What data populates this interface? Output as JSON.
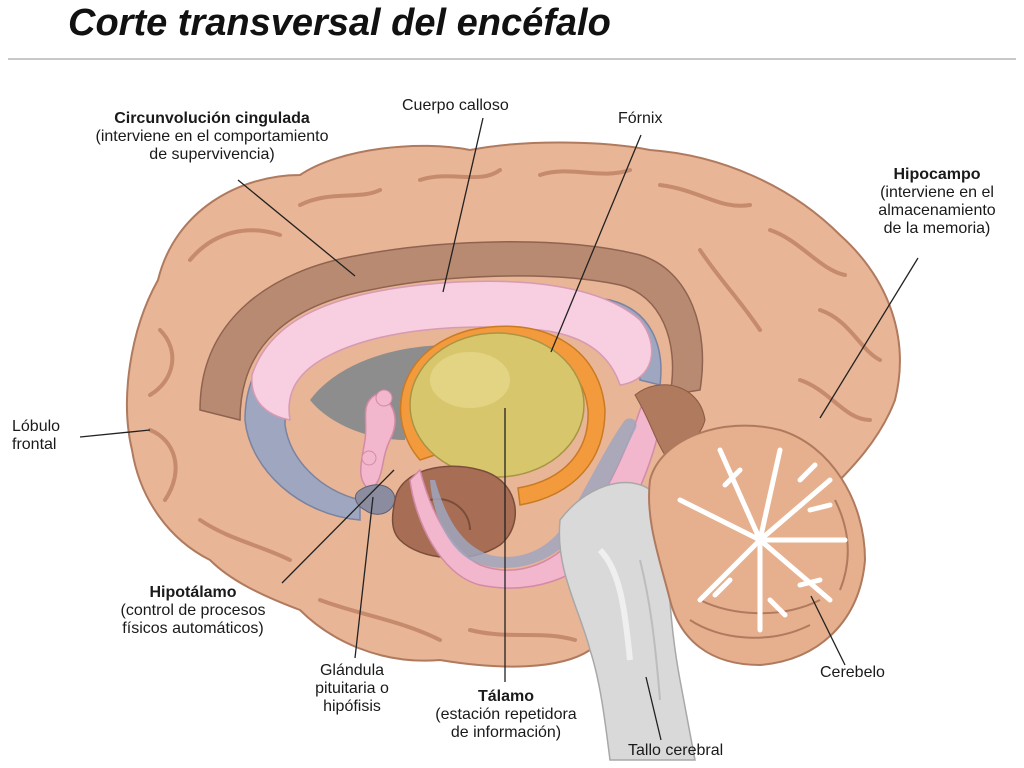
{
  "title": "Corte transversal del encéfalo",
  "labels": {
    "circunvolucion": {
      "name": "Circunvolución cingulada",
      "desc": [
        "(interviene en el comportamiento",
        "de supervivencia)"
      ]
    },
    "cuerpo_calloso": {
      "name": "Cuerpo calloso"
    },
    "fornix": {
      "name": "Fórnix"
    },
    "hipocampo": {
      "name": "Hipocampo",
      "desc": [
        "(interviene en el",
        "almacenamiento",
        "de la memoria)"
      ]
    },
    "lobulo_frontal": {
      "lines": [
        "Lóbulo",
        "frontal"
      ]
    },
    "hipotalamo": {
      "name": "Hipotálamo",
      "desc": [
        "(control de procesos",
        "físicos automáticos)"
      ]
    },
    "glandula": {
      "lines": [
        "Glándula",
        "pituitaria o",
        "hipófisis"
      ]
    },
    "talamo": {
      "name": "Tálamo",
      "desc": [
        "(estación repetidora",
        "de información)"
      ]
    },
    "cerebelo": {
      "name": "Cerebelo"
    },
    "tallo": {
      "name": "Tallo cerebral"
    }
  },
  "colors": {
    "cortex": "#e8b596",
    "cortex_dark": "#c68a6c",
    "cingulate": "#b98a72",
    "ventricle": "#9fa6c0",
    "corpus_callosum": "#f7cfe0",
    "fornix": "#f39b3c",
    "thalamus": "#d8c66c",
    "hypothalamus_pink": "#f2b7cc",
    "brainstem": "#d9d9d9",
    "cerebellum": "#e6b08e",
    "leader_line": "#222222"
  }
}
